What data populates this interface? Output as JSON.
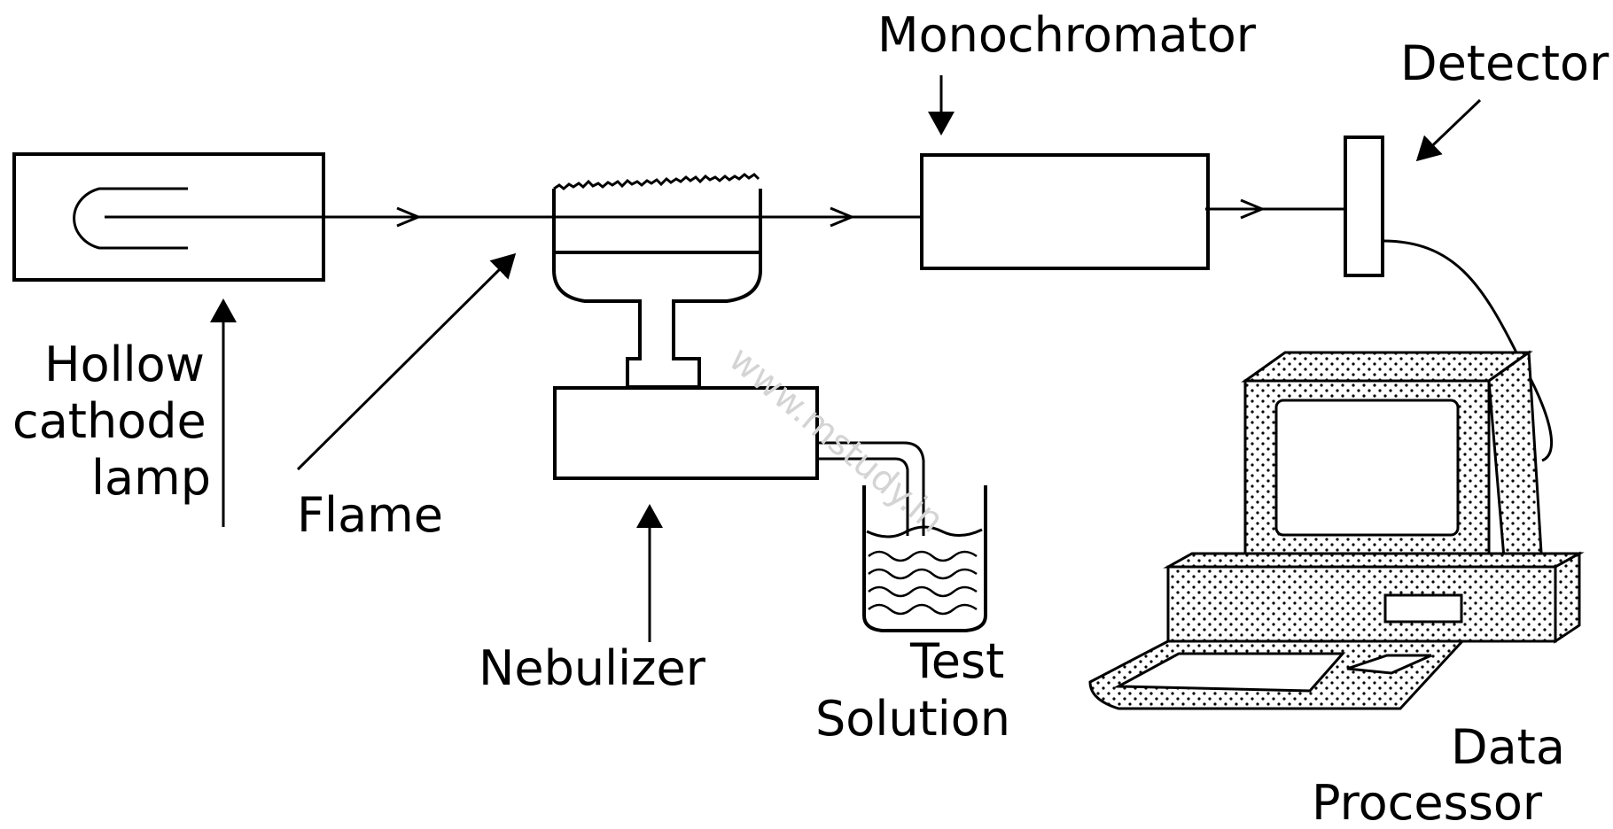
{
  "labels": {
    "hollow_line1": "Hollow",
    "hollow_line2": "cathode",
    "hollow_line3": "lamp",
    "flame": "Flame",
    "nebulizer": "Nebulizer",
    "test_line1": "Test",
    "test_line2": "Solution",
    "monochromator": "Monochromator",
    "detector": "Detector",
    "data_line1": "Data",
    "data_line2": "Processor"
  },
  "watermark": "www.mstudy.in",
  "colors": {
    "ink": "#000000",
    "background": "#ffffff",
    "watermark": "#d4d4d4"
  }
}
